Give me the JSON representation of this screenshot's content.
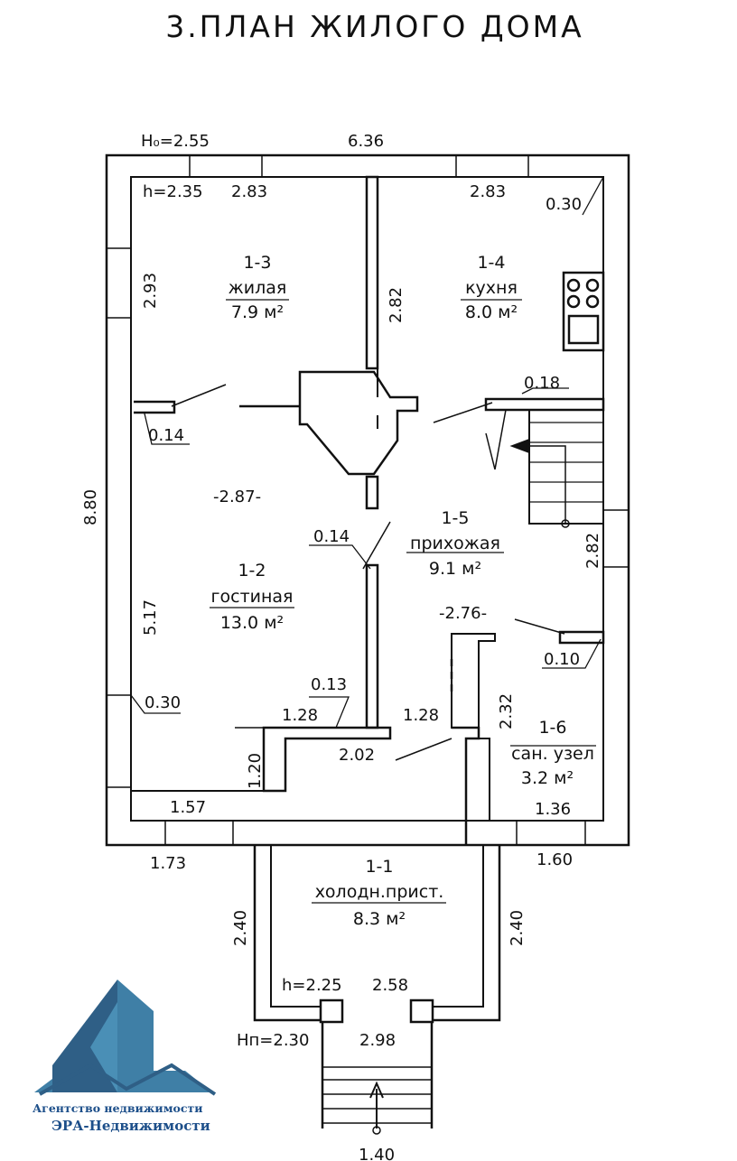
{
  "title": "3.ПЛАН ЖИЛОГО ДОМА",
  "heights": {
    "h0": "H₀=2.55",
    "h_main": "h=2.35",
    "h_porch": "h=2.25",
    "hp": "Hп=2.30"
  },
  "levels": {
    "living": "-2.87-",
    "hall": "-2.76-"
  },
  "rooms": [
    {
      "id": "1-3",
      "name": "жилая",
      "area": "7.9 м²"
    },
    {
      "id": "1-4",
      "name": "кухня",
      "area": "8.0 м²"
    },
    {
      "id": "1-2",
      "name": "гостиная",
      "area": "13.0 м²"
    },
    {
      "id": "1-5",
      "name": "прихожая",
      "area": "9.1 м²"
    },
    {
      "id": "1-6",
      "name": "сан. узел",
      "area": "3.2 м²"
    },
    {
      "id": "1-1",
      "name": "холодн.прист.",
      "area": "8.3 м²"
    }
  ],
  "dimensions": {
    "overall_width": "6.36",
    "overall_depth": "8.80",
    "room13_width": "2.83",
    "room14_width": "2.83",
    "room13_depth": "2.93",
    "partition_len": "2.82",
    "right_wall_hall": "2.82",
    "wall_030_top": "0.30",
    "wall_018": "0.18",
    "wall_014_left": "0.14",
    "wall_014_mid": "0.14",
    "living_depth": "5.17",
    "wall_030_left": "0.30",
    "wall_013": "0.13",
    "len_128_left": "1.28",
    "len_128_right": "1.28",
    "wall_010": "0.10",
    "bath_depth": "2.32",
    "opening_202": "2.02",
    "step_120": "1.20",
    "len_157": "1.57",
    "len_136": "1.36",
    "len_173": "1.73",
    "len_160": "1.60",
    "porch_depth_left": "2.40",
    "porch_depth_right": "2.40",
    "porch_width": "2.58",
    "stairs_landing": "2.98",
    "stairs_width": "1.40"
  },
  "logo": {
    "line1": "Агентство недвижимости",
    "line2": "ЭРА-Недвижимости",
    "colors": {
      "dark": "#2f5f86",
      "mid": "#3f7fa6",
      "text": "#1d4f8a"
    }
  }
}
